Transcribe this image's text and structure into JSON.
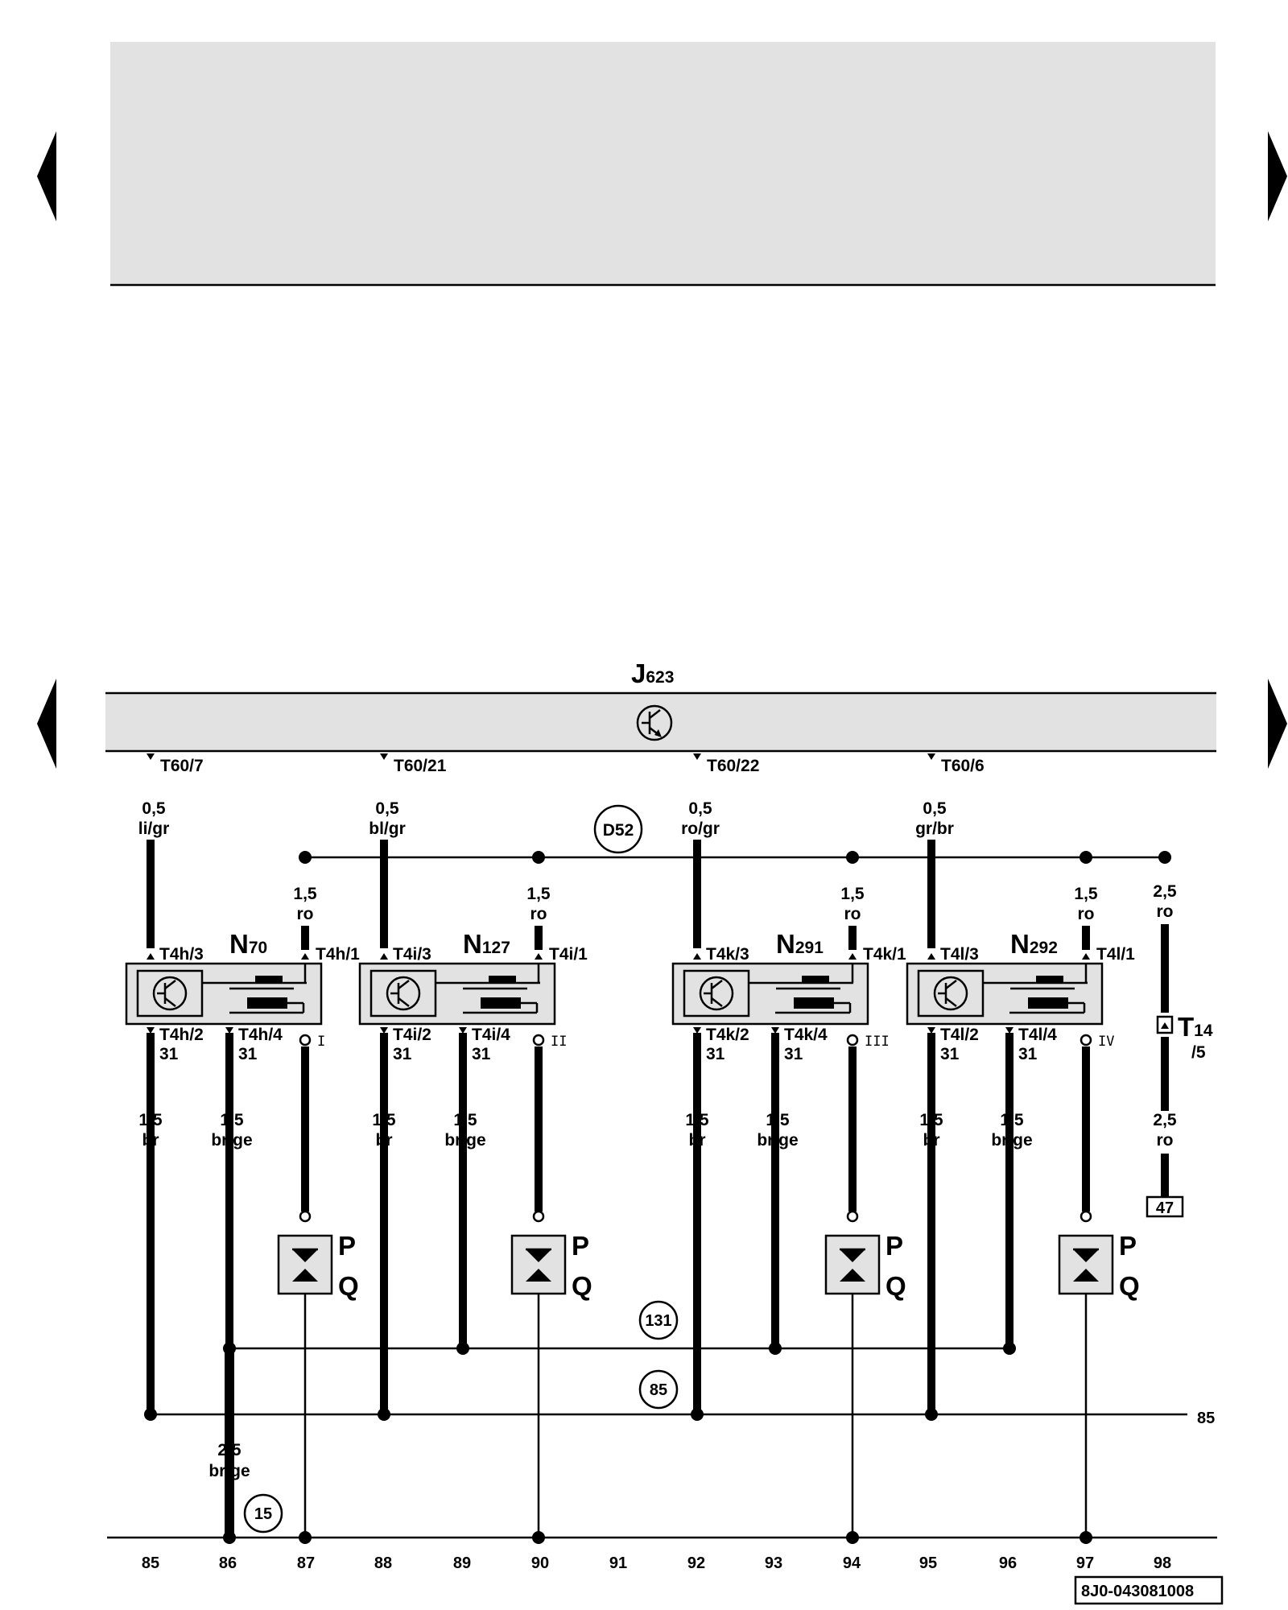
{
  "ecu": {
    "label_main": "J",
    "label_sub": "623"
  },
  "ecu_pins": [
    "T60/7",
    "T60/21",
    "T60/22",
    "T60/6"
  ],
  "ecu_wires": [
    {
      "gauge": "0,5",
      "color": "li/gr"
    },
    {
      "gauge": "0,5",
      "color": "bl/gr"
    },
    {
      "gauge": "0,5",
      "color": "ro/gr"
    },
    {
      "gauge": "0,5",
      "color": "gr/br"
    }
  ],
  "connector_d52": "D52",
  "ground_131": "131",
  "ground_85": "85",
  "ground_15": "15",
  "coils": [
    {
      "main": "N",
      "sub": "70",
      "pin_top_left": "T4h/3",
      "pin_top_right": "T4h/1",
      "pin_bot_left": "T4h/2",
      "pin_bot_mid": "T4h/4",
      "term_left": "31",
      "term_mid": "31",
      "cyl": "I",
      "supply_gauge": "1,5",
      "supply_color": "ro",
      "w1_gauge": "1,5",
      "w1_color": "br",
      "w2_gauge": "1,5",
      "w2_color": "br/ge",
      "plug_p": "P",
      "plug_q": "Q"
    },
    {
      "main": "N",
      "sub": "127",
      "pin_top_left": "T4i/3",
      "pin_top_right": "T4i/1",
      "pin_bot_left": "T4i/2",
      "pin_bot_mid": "T4i/4",
      "term_left": "31",
      "term_mid": "31",
      "cyl": "II",
      "supply_gauge": "1,5",
      "supply_color": "ro",
      "w1_gauge": "1,5",
      "w1_color": "br",
      "w2_gauge": "1,5",
      "w2_color": "br/ge",
      "plug_p": "P",
      "plug_q": "Q"
    },
    {
      "main": "N",
      "sub": "291",
      "pin_top_left": "T4k/3",
      "pin_top_right": "T4k/1",
      "pin_bot_left": "T4k/2",
      "pin_bot_mid": "T4k/4",
      "term_left": "31",
      "term_mid": "31",
      "cyl": "III",
      "supply_gauge": "1,5",
      "supply_color": "ro",
      "w1_gauge": "1,5",
      "w1_color": "br",
      "w2_gauge": "1,5",
      "w2_color": "br/ge",
      "plug_p": "P",
      "plug_q": "Q"
    },
    {
      "main": "N",
      "sub": "292",
      "pin_top_left": "T4l/3",
      "pin_top_right": "T4l/1",
      "pin_bot_left": "T4l/2",
      "pin_bot_mid": "T4l/4",
      "term_left": "31",
      "term_mid": "31",
      "cyl": "IV",
      "supply_gauge": "1,5",
      "supply_color": "ro",
      "w1_gauge": "1,5",
      "w1_color": "br",
      "w2_gauge": "1,5",
      "w2_color": "br/ge",
      "plug_p": "P",
      "plug_q": "Q"
    }
  ],
  "feed_wire": {
    "top_gauge": "2,5",
    "top_color": "ro",
    "connector_main": "T",
    "connector_sub": "14",
    "connector_pin": "/5",
    "bot_gauge": "2,5",
    "bot_color": "ro",
    "ref_box": "47"
  },
  "ground_wire": {
    "gauge": "2,5",
    "color": "br/ge"
  },
  "line_85_label": "85",
  "tracks": [
    "85",
    "86",
    "87",
    "88",
    "89",
    "90",
    "91",
    "92",
    "93",
    "94",
    "95",
    "96",
    "97",
    "98"
  ],
  "doc_id": "8J0-043081008",
  "colors": {
    "ecu_fill": "#e2e2e2",
    "wire": "#000000"
  }
}
